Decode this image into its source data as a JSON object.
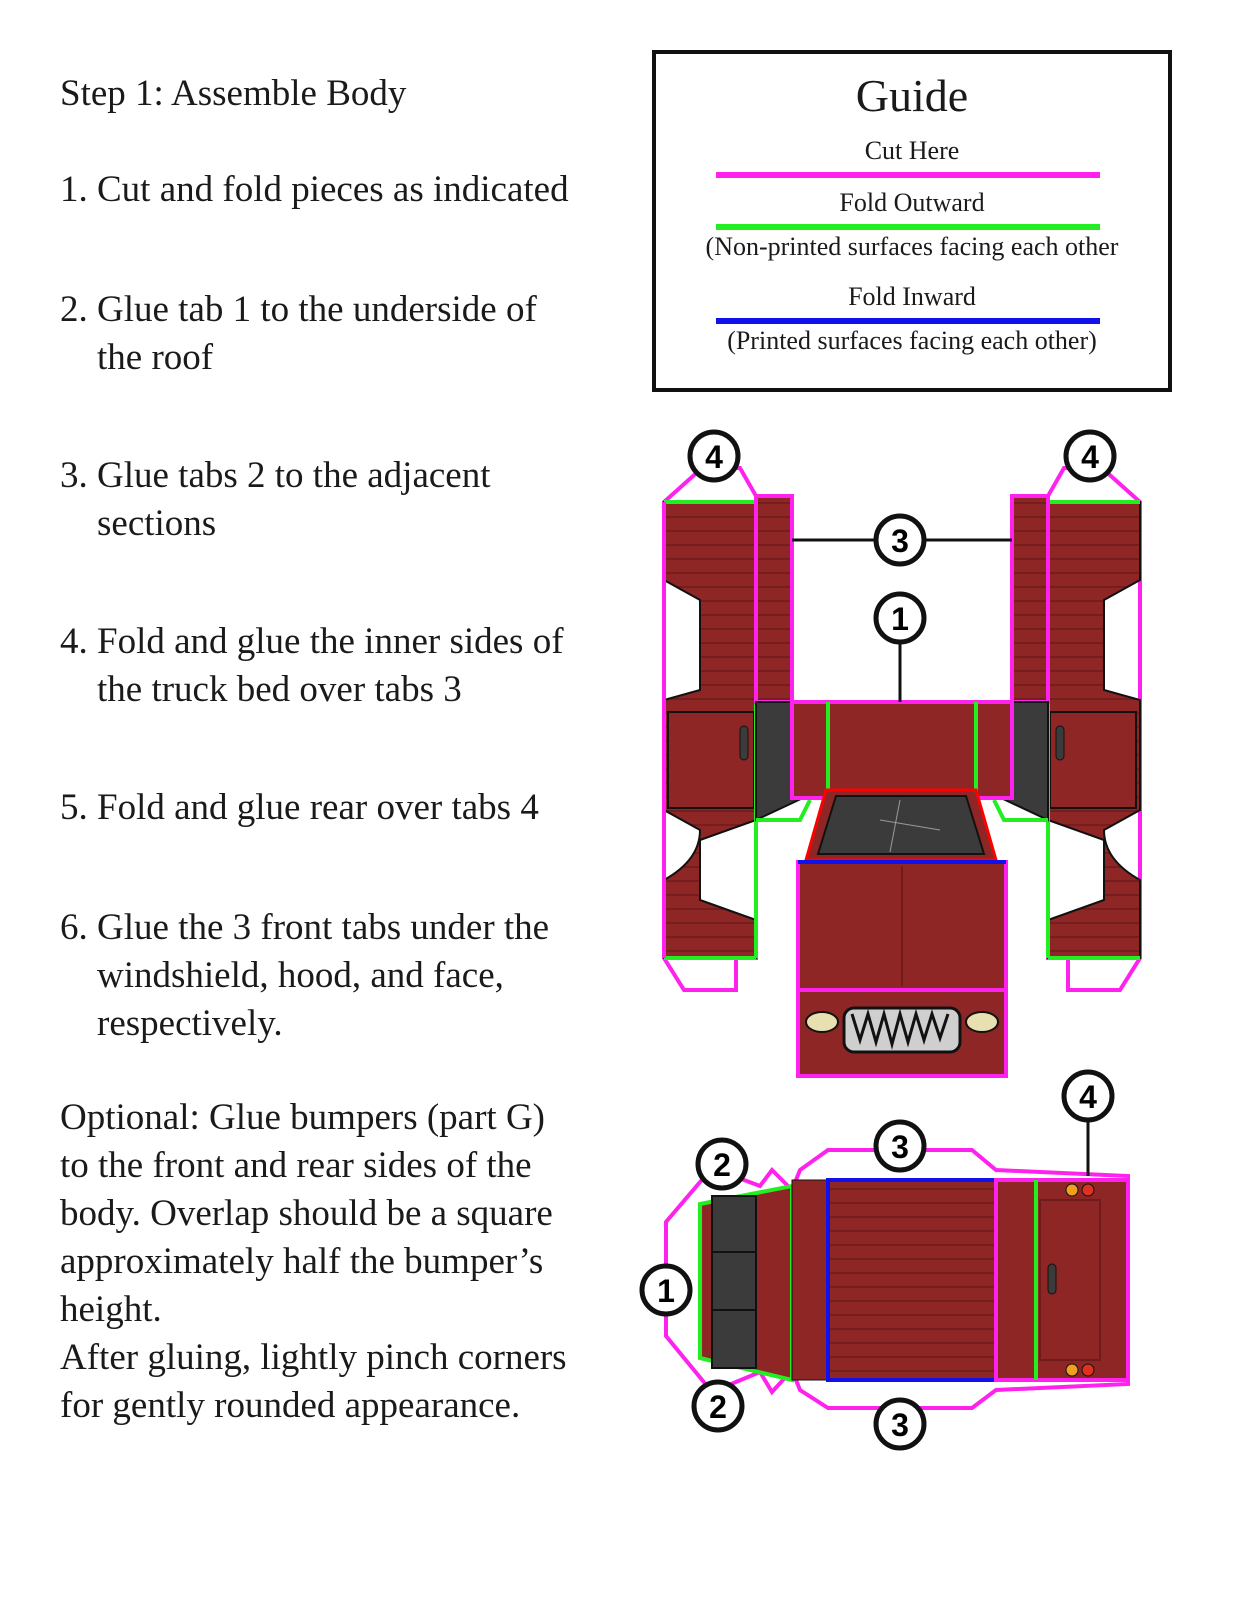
{
  "step_title": "Step 1: Assemble Body",
  "instructions": [
    {
      "num": "1.",
      "lines": [
        "Cut and fold pieces as indicated"
      ]
    },
    {
      "num": "2.",
      "lines": [
        "Glue tab 1 to the underside of",
        "the roof"
      ]
    },
    {
      "num": "3.",
      "lines": [
        "Glue tabs 2 to the adjacent",
        "sections"
      ]
    },
    {
      "num": "4.",
      "lines": [
        "Fold and glue the inner sides of",
        "the truck bed over tabs 3"
      ]
    },
    {
      "num": "5.",
      "lines": [
        "Fold and glue rear over tabs 4"
      ]
    },
    {
      "num": "6.",
      "lines": [
        "Glue the 3 front tabs under the",
        "windshield, hood, and face,",
        "respectively."
      ]
    }
  ],
  "optional": {
    "lines": [
      "Optional: Glue bumpers (part G)",
      "to the front and rear sides of the",
      "body. Overlap should be a square",
      "approximately half the bumper’s",
      "height.",
      "After gluing, lightly pinch corners",
      "for gently rounded appearance."
    ]
  },
  "guide": {
    "title": "Guide",
    "cut_label": "Cut Here",
    "fold_out_label": "Fold Outward",
    "fold_out_note": "(Non-printed surfaces facing each other",
    "fold_in_label": "Fold Inward",
    "fold_in_note": "(Printed surfaces facing each other)",
    "colors": {
      "cut": "#ff22ee",
      "fold_out": "#22ee22",
      "fold_in": "#1111ee"
    }
  },
  "callouts": {
    "top_left_4": "4",
    "top_right_4": "4",
    "tab_3": "3",
    "tab_1": "1",
    "bottom_4": "4",
    "bottom_3_top": "3",
    "bottom_2_top": "2",
    "bottom_1": "1",
    "bottom_2_bottom": "2",
    "bottom_3_bottom": "3"
  },
  "colors": {
    "body_red": "#8f2626",
    "body_dark": "#6e1b1b",
    "window": "#3b3b3b",
    "headlight": "#e8e0b0"
  }
}
